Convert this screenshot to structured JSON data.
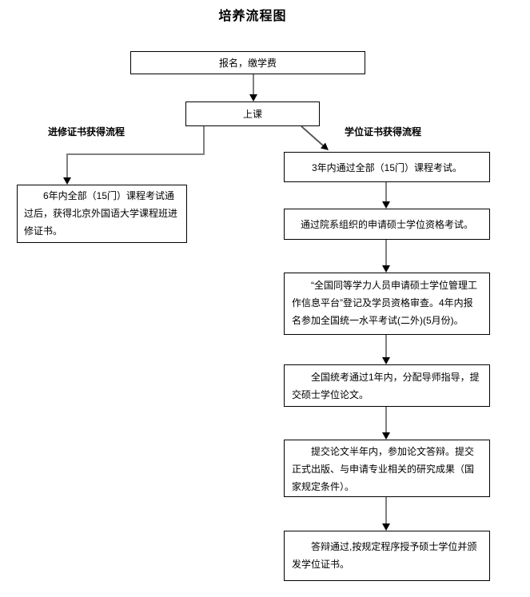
{
  "title": "培养流程图",
  "branch_labels": {
    "left": "进修证书获得流程",
    "right": "学位证书获得流程"
  },
  "nodes": {
    "enroll": "报名，缴学费",
    "attend": "上课",
    "left_certificate": "6年内全部（15门）课程考试通过后，获得北京外国语大学课程班进修证书。"
  },
  "degree_steps": [
    "3年内通过全部（15门）课程考试。",
    "通过院系组织的申请硕士学位资格考试。",
    "“全国同等学力人员申请硕士学位管理工作信息平台”登记及学员资格审查。4年内报名参加全国统一水平考试(二外)(5月份)。",
    "全国统考通过1年内，分配导师指导，提交硕士学位论文。",
    "提交论文半年内，参加论文答辩。提交正式出版、与申请专业相关的研究成果（国家规定条件）。",
    "答辩通过,按规定程序授予硕士学位并颁发学位证书。"
  ],
  "colors": {
    "background": "#ffffff",
    "box_border": "#000000",
    "text": "#000000",
    "connector_stem": "#808080",
    "connector_diagonal": "#595959",
    "arrowhead": "#000000"
  }
}
